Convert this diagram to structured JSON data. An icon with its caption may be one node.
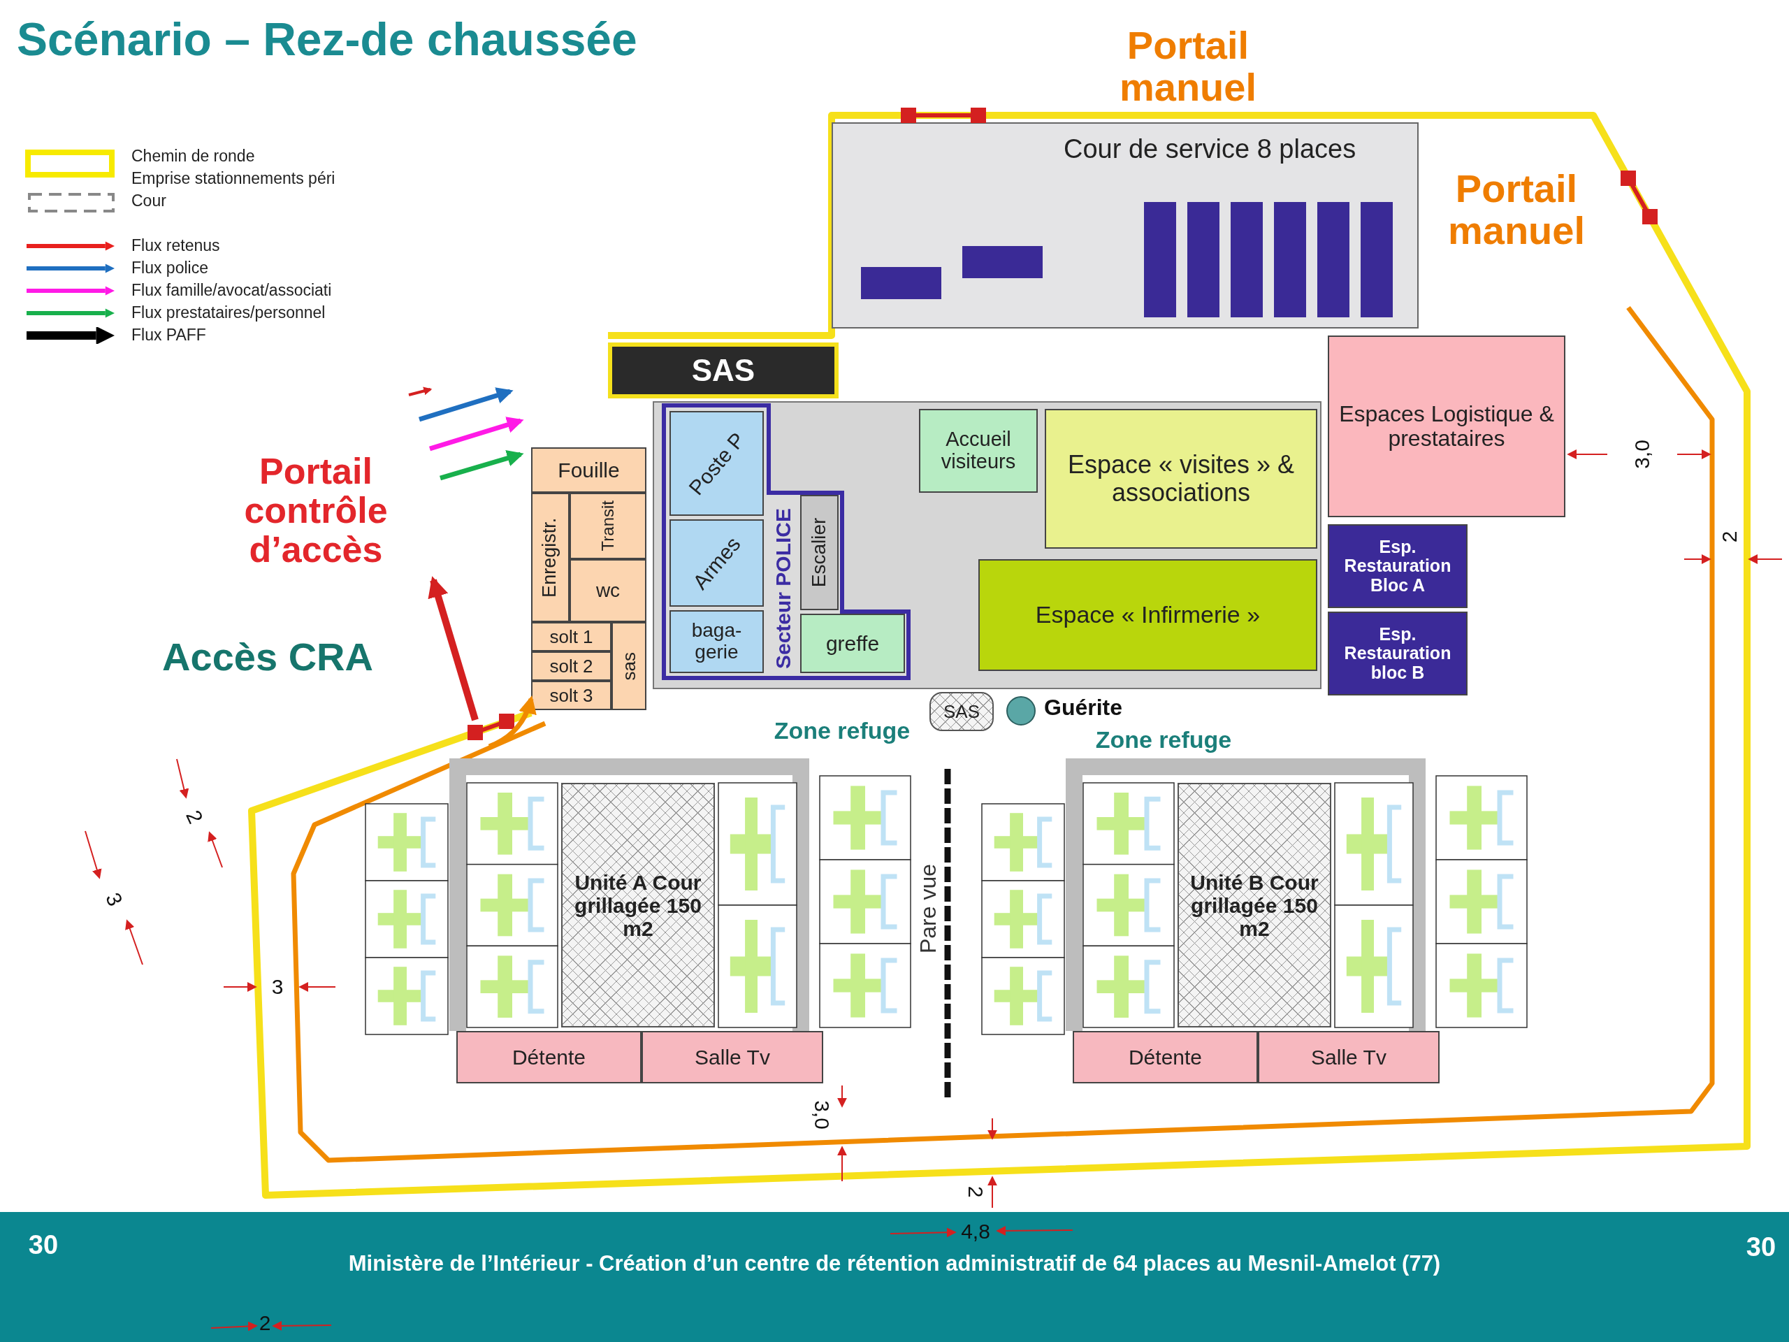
{
  "diagram": {
    "title": "Scénario – Rez-de chaussée",
    "caption": "Ministère de l’Intérieur - Création d’un centre de rétention administratif de 64 places au Mesnil-Amelot (77)",
    "nodes": [
      {
        "text": [
          "Cour de service 8 places"
        ]
      },
      {
        "text": [
          "SAS"
        ]
      },
      {
        "text": [
          "Accueil visiteurs"
        ]
      },
      {
        "text": [
          "Espace « visites » & associations"
        ]
      },
      {
        "text": [
          "Espaces Logistique & prestataires"
        ]
      },
      {
        "text": [
          "Secteur POLICE"
        ]
      },
      {
        "text": [
          "Poste P"
        ],
        "in": 5
      },
      {
        "text": [
          "Armes"
        ],
        "in": 5
      },
      {
        "text": [
          "Escalier"
        ],
        "in": 5
      },
      {
        "text": [
          "baga- gerie"
        ],
        "in": 5
      },
      {
        "text": [
          "greffe"
        ],
        "in": 5
      },
      {
        "text": [
          "Fouille"
        ]
      },
      {
        "text": [
          "Enregistr."
        ]
      },
      {
        "text": [
          "Transit"
        ]
      },
      {
        "text": [
          "wc"
        ]
      },
      {
        "text": [
          "solt 1"
        ]
      },
      {
        "text": [
          "solt 2"
        ]
      },
      {
        "text": [
          "solt 3"
        ]
      },
      {
        "text": [
          "sas"
        ]
      },
      {
        "text": [
          "Espace « Infirmerie »"
        ]
      },
      {
        "text": [
          "Esp. Restauration Bloc A"
        ]
      },
      {
        "text": [
          "Esp. Restauration bloc B"
        ]
      },
      {
        "text": [
          "SAS"
        ]
      },
      {
        "text": [],
        "shape": "circle",
        "beside": [
          "Guérite"
        ]
      },
      {
        "text": [
          "Unité A Cour grillagée 150 m2"
        ]
      },
      {
        "text": [
          "Détente"
        ]
      },
      {
        "text": [
          "Salle Tv"
        ]
      },
      {
        "text": [
          "Unité B Cour grillagée 150 m2"
        ]
      },
      {
        "text": [
          "Détente"
        ]
      },
      {
        "text": [
          "Salle Tv"
        ]
      }
    ],
    "labels": [
      "Portail manuel",
      "Portail manuel",
      "3,0",
      "Portail contrôle d’accès",
      "2",
      "Accès CRA",
      "Zone refuge",
      "Zone refuge",
      "2",
      "3",
      "Pare vue",
      "3",
      "3,0",
      "2",
      "30",
      "4,8",
      "30",
      "2"
    ],
    "legend": [
      {
        "text": "Chemin de ronde"
      },
      {
        "text": "Emprise stationnements péri"
      },
      {
        "text": "Cour"
      },
      {
        "text": "Flux retenus"
      },
      {
        "text": "Flux police"
      },
      {
        "text": "Flux famille/avocat/associati"
      },
      {
        "text": "Flux prestataires/personnel"
      },
      {
        "text": "Flux PAFF"
      }
    ]
  }
}
